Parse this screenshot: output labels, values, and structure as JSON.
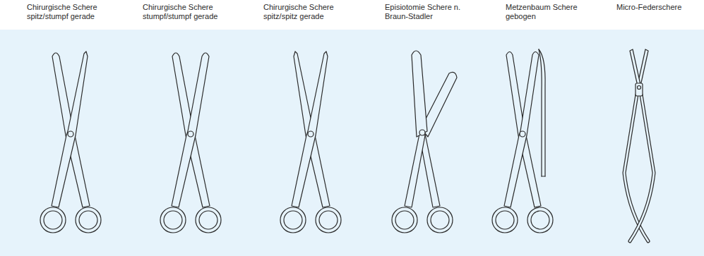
{
  "diagram": {
    "labels": [
      "Chirurgische Schere spitz/stumpf gerade",
      "Chirurgische Schere stumpf/stumpf gerade",
      "Chirurgische Schere spitz/spitz gerade",
      "Episiotomie Schere n. Braun-Stadler",
      "Metzenbaum Schere gebogen",
      "Micro-Federschere"
    ]
  }
}
